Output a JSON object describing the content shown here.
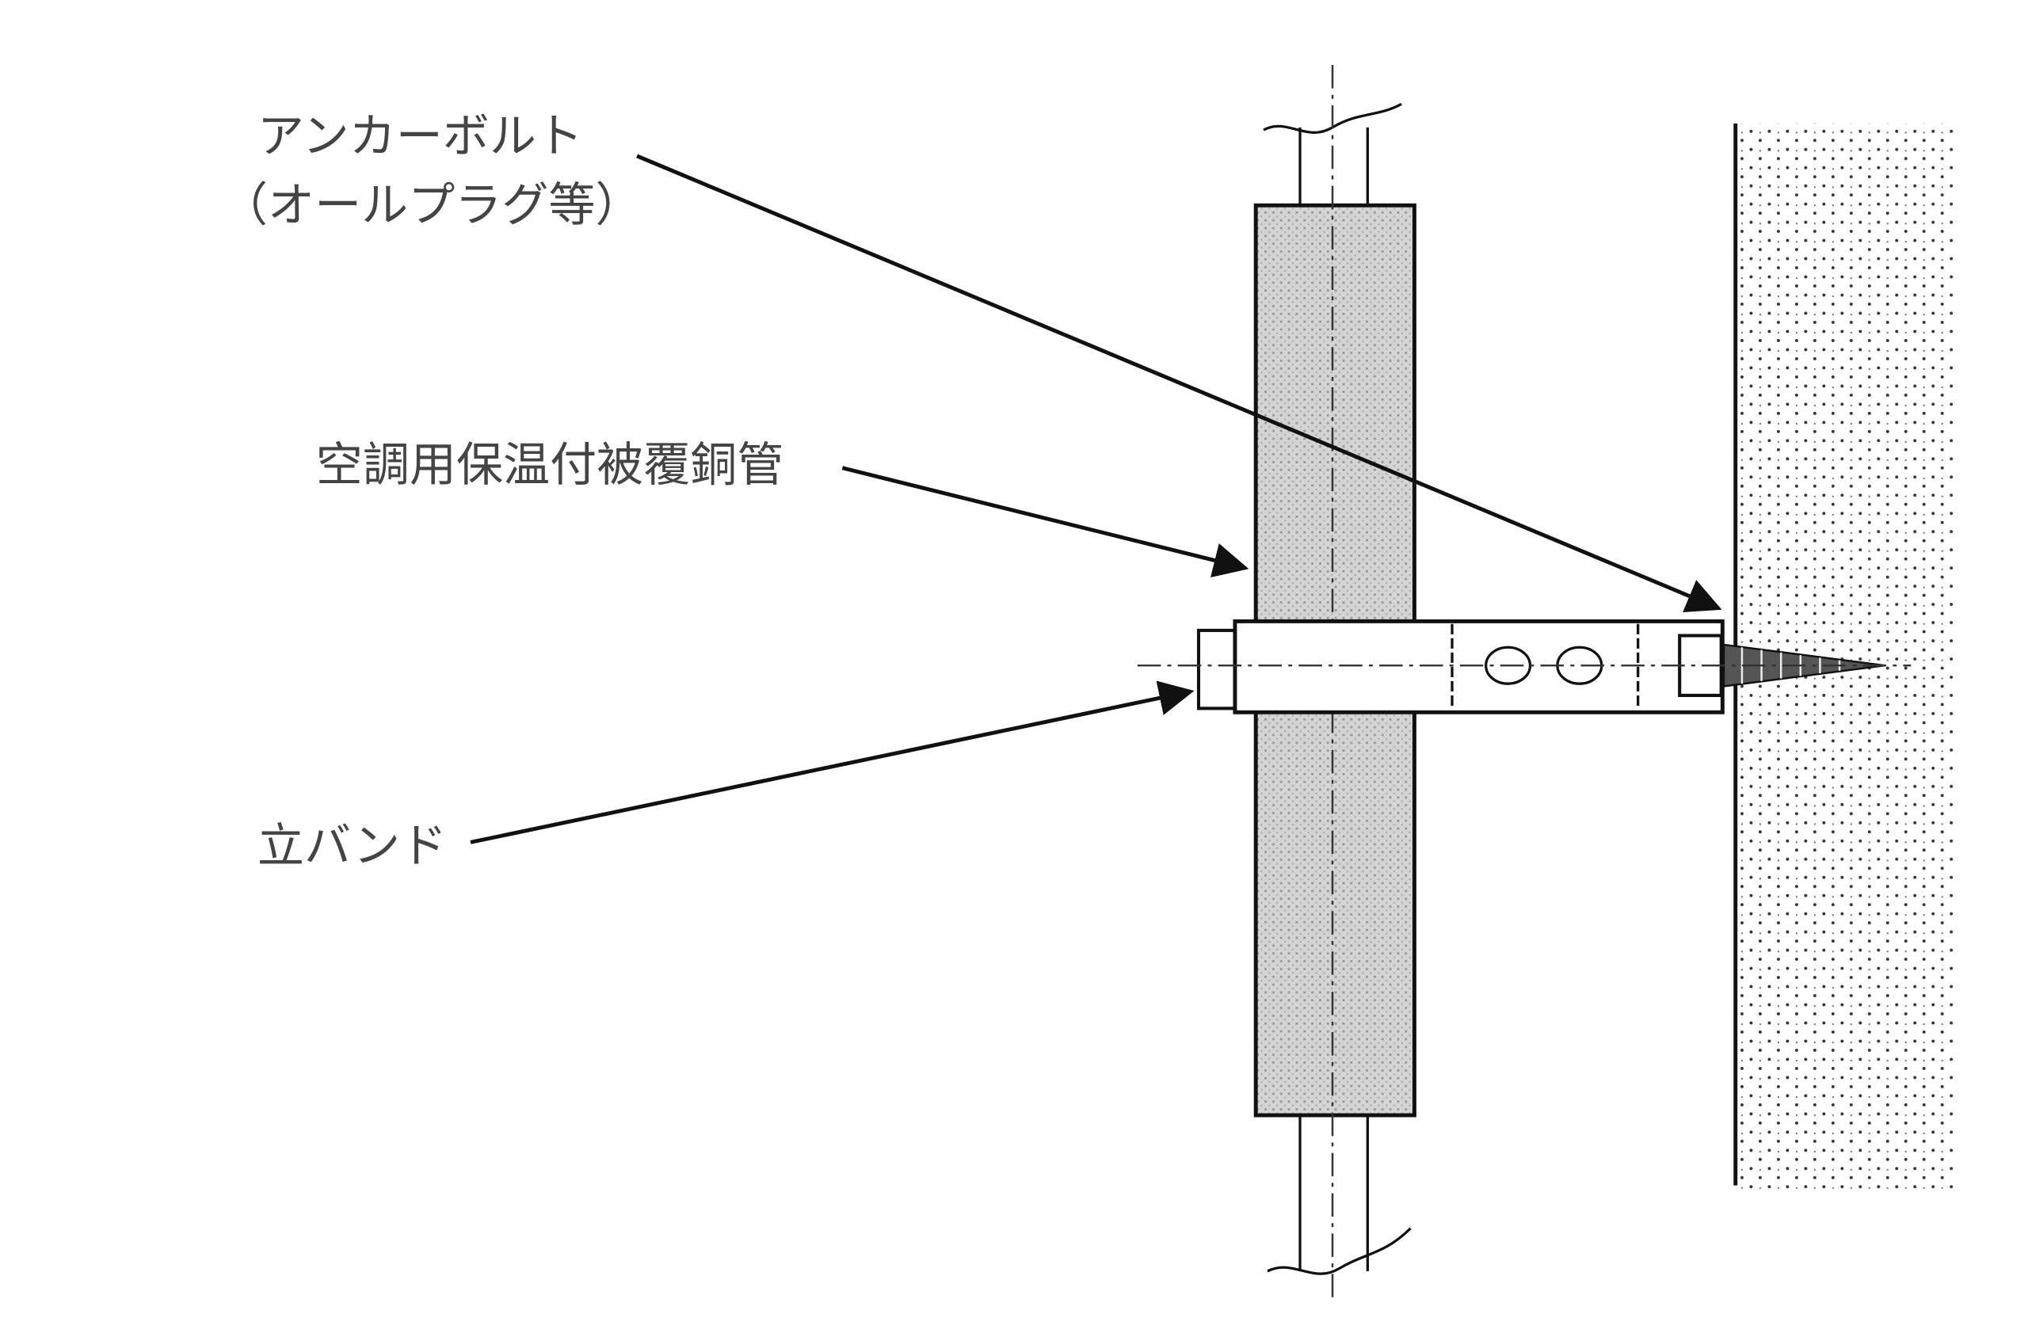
{
  "labels": {
    "anchor_bolt": "アンカーボルト",
    "anchor_bolt_note": "（オールプラグ等）",
    "pipe": "空調用保温付被覆銅管",
    "band": "立バンド"
  },
  "colors": {
    "line": "#111111",
    "text": "#444444",
    "insulation": "#c9c9c9",
    "wall_dots": "#333333"
  }
}
